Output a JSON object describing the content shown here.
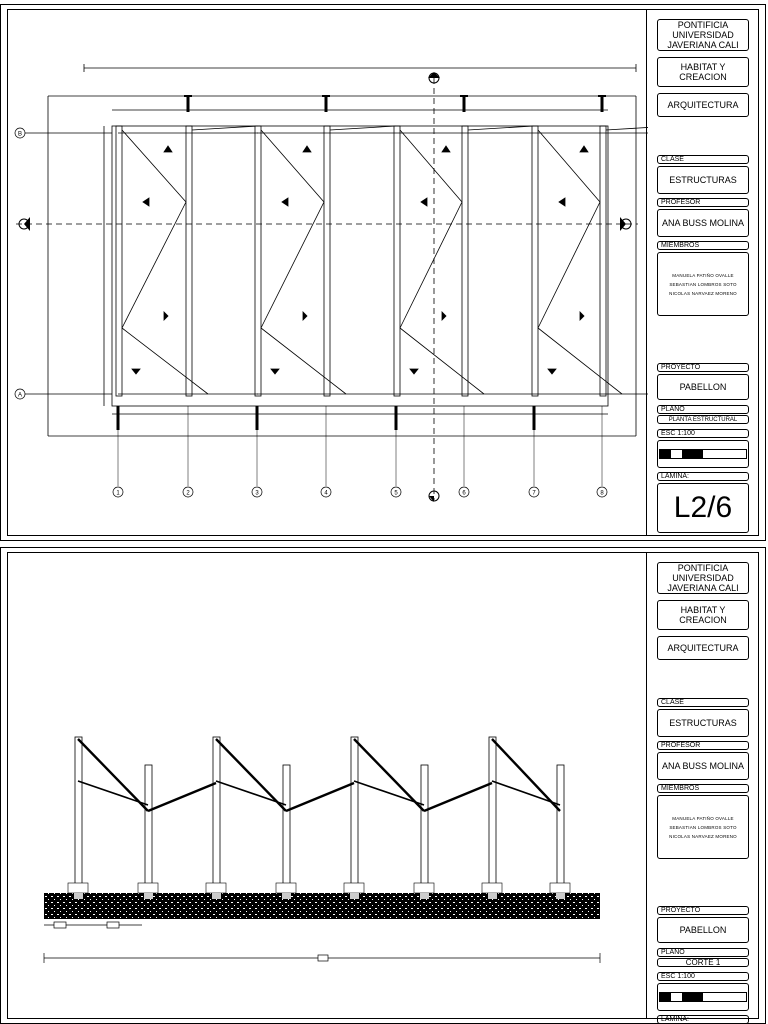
{
  "title_block": {
    "university": "PONTIFICIA UNIVERSIDAD JAVERIANA CALI",
    "program": "HABITAT Y CREACION",
    "school": "ARQUITECTURA",
    "clase_tag": "CLASE",
    "clase": "ESTRUCTURAS",
    "profesor_tag": "PROFESOR",
    "profesor": "ANA BUSS MOLINA",
    "miembros_tag": "MIEMBROS",
    "miembros": [
      "MANUELA PATIÑO OVALLE",
      "SEBASTIAN LOMBROS SOTO",
      "NICOLAS NARVAEZ MORENO"
    ],
    "proyecto_tag": "PROYECTO",
    "proyecto": "PABELLON",
    "plano_tag": "PLANO",
    "escala": "ESC 1:100",
    "lamina_tag": "LAMINA:"
  },
  "sheets": [
    {
      "plano": "PLANTA ESTRUCTURAL",
      "lamina": "L2/6",
      "grid_rows": [
        "B",
        "A"
      ],
      "grid_cols": [
        "1",
        "2",
        "3",
        "4",
        "5",
        "6",
        "7",
        "8"
      ]
    },
    {
      "plano": "CORTE 1"
    }
  ]
}
